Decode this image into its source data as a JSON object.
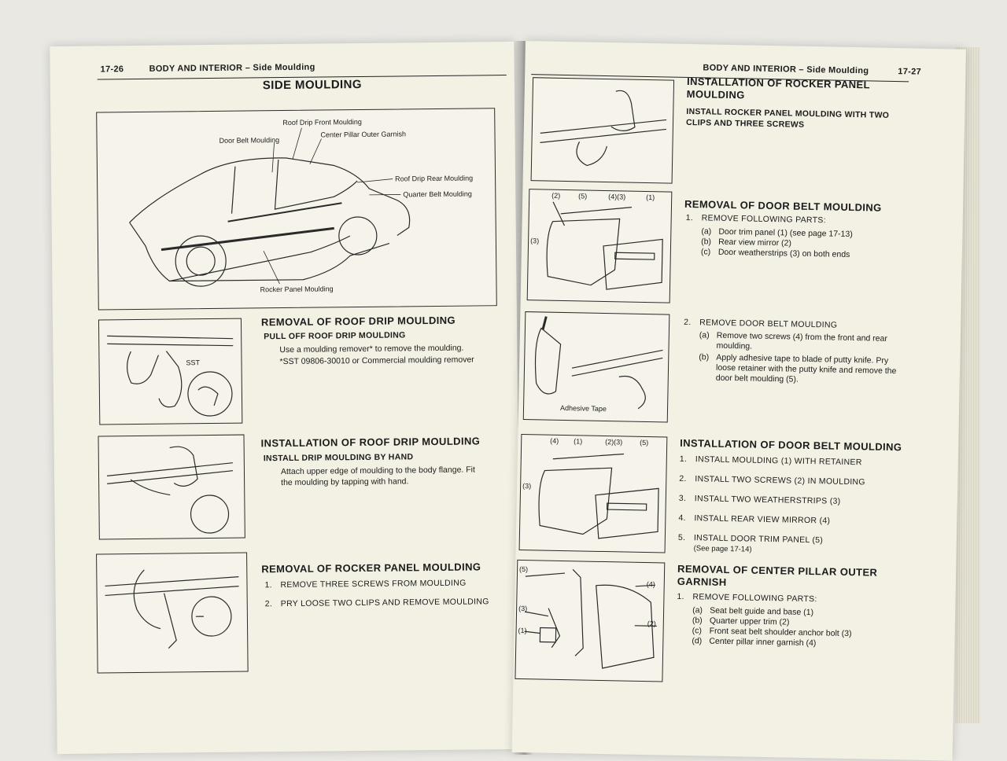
{
  "left_page": {
    "page_number": "17-26",
    "header": "BODY AND INTERIOR – Side Moulding",
    "title": "SIDE MOULDING",
    "overview_labels": {
      "roof_drip_front": "Roof Drip Front Moulding",
      "center_pillar": "Center Pillar Outer Garnish",
      "door_belt": "Door Belt Moulding",
      "roof_drip_rear": "Roof Drip Rear Moulding",
      "quarter_belt": "Quarter Belt Moulding",
      "rocker_panel": "Rocker Panel Moulding"
    },
    "sections": [
      {
        "title": "REMOVAL OF ROOF DRIP MOULDING",
        "subtitle": "PULL OFF ROOF DRIP MOULDING",
        "body": [
          "Use a moulding remover* to remove the moulding.",
          "*SST 09806-30010 or Commercial moulding remover"
        ],
        "fig_label": "SST"
      },
      {
        "title": "INSTALLATION OF ROOF DRIP MOULDING",
        "subtitle": "INSTALL DRIP MOULDING BY HAND",
        "body": [
          "Attach upper edge of moulding to the body flange. Fit",
          "the moulding by tapping with hand."
        ]
      },
      {
        "title": "REMOVAL OF ROCKER PANEL MOULDING",
        "steps": [
          {
            "n": "1.",
            "text": "REMOVE THREE SCREWS FROM MOULDING"
          },
          {
            "n": "2.",
            "text": "PRY LOOSE TWO CLIPS AND REMOVE MOULDING"
          }
        ]
      }
    ]
  },
  "right_page": {
    "page_number": "17-27",
    "header": "BODY AND INTERIOR – Side Moulding",
    "sections": [
      {
        "title_lines": [
          "INSTALLATION OF ROCKER PANEL",
          "MOULDING"
        ],
        "subtitle_lines": [
          "INSTALL ROCKER PANEL MOULDING WITH TWO",
          "CLIPS AND THREE SCREWS"
        ]
      },
      {
        "title": "REMOVAL OF DOOR BELT MOULDING",
        "step": {
          "n": "1.",
          "text": "REMOVE FOLLOWING PARTS:"
        },
        "items": [
          {
            "k": "(a)",
            "text": "Door trim panel (1) (see page 17-13)"
          },
          {
            "k": "(b)",
            "text": "Rear view mirror (2)"
          },
          {
            "k": "(c)",
            "text": "Door weatherstrips (3) on both ends"
          }
        ],
        "fig_labels": [
          "(2)",
          "(5)",
          "(4)(3)",
          "(1)",
          "(3)"
        ]
      },
      {
        "step": {
          "n": "2.",
          "text": "REMOVE DOOR BELT MOULDING"
        },
        "items": [
          {
            "k": "(a)",
            "lines": [
              "Remove two screws (4) from the front and rear",
              "moulding."
            ]
          },
          {
            "k": "(b)",
            "lines": [
              "Apply adhesive tape to blade of putty knife. Pry",
              "loose retainer with the putty knife and remove the",
              "door belt moulding (5)."
            ]
          }
        ],
        "fig_label": "Adhesive Tape"
      },
      {
        "title": "INSTALLATION OF DOOR BELT MOULDING",
        "steps": [
          {
            "n": "1.",
            "text": "INSTALL MOULDING (1) WITH RETAINER"
          },
          {
            "n": "2.",
            "text": "INSTALL TWO SCREWS (2) IN MOULDING"
          },
          {
            "n": "3.",
            "text": "INSTALL TWO WEATHERSTRIPS (3)"
          },
          {
            "n": "4.",
            "text": "INSTALL REAR VIEW MIRROR (4)"
          },
          {
            "n": "5.",
            "text": "INSTALL DOOR TRIM PANEL (5)"
          }
        ],
        "note": "(See page 17-14)",
        "fig_labels": [
          "(4)",
          "(1)",
          "(2)(3)",
          "(5)",
          "(3)"
        ]
      },
      {
        "title_lines": [
          "REMOVAL OF CENTER PILLAR OUTER",
          "GARNISH"
        ],
        "step": {
          "n": "1.",
          "text": "REMOVE FOLLOWING PARTS:"
        },
        "items": [
          {
            "k": "(a)",
            "text": "Seat belt guide and base (1)"
          },
          {
            "k": "(b)",
            "text": "Quarter upper trim (2)"
          },
          {
            "k": "(c)",
            "text": "Front seat belt shoulder anchor bolt (3)"
          },
          {
            "k": "(d)",
            "text": "Center pillar inner garnish (4)"
          }
        ],
        "fig_labels": [
          "(5)",
          "(4)",
          "(3)",
          "(2)",
          "(1)"
        ]
      }
    ]
  }
}
